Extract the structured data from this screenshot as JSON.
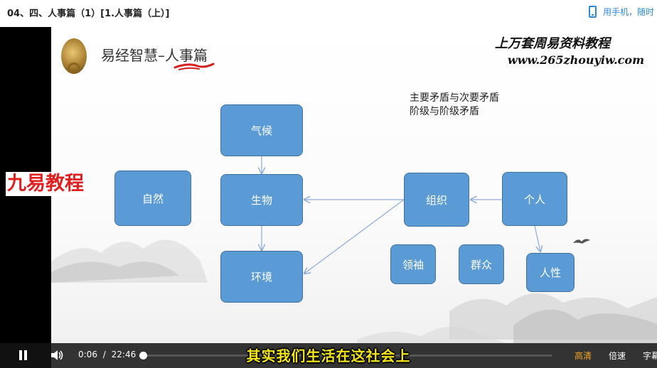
{
  "header": {
    "title": "04、四、人事篇（1）[1.人事篇（上）]",
    "mobile_text": "用手机，随时"
  },
  "slide": {
    "title": "易经智慧–人事篇",
    "watermark_line1": "上万套周易资料教程",
    "watermark_line2": "www.265zhouyiw.com",
    "notes": [
      "主要矛盾与次要矛盾",
      "阶级与阶级矛盾"
    ],
    "boxes": {
      "qihou": "气候",
      "ziran": "自然",
      "shengwu": "生物",
      "huanjing": "环境",
      "zuzhi": "组织",
      "geren": "个人",
      "lingxiu": "领袖",
      "qunzhong": "群众",
      "renxing": "人性"
    },
    "brand": "九易教程"
  },
  "player": {
    "current_time": "0:06",
    "separator": "/",
    "duration": "22:46",
    "progress_fraction": 0.0044,
    "quality": "高清",
    "speed": "倍速",
    "captions": "字幕",
    "subtitle": "其实我们生活在这社会上",
    "colors": {
      "quality": "#f5a623",
      "text": "#ffffff"
    }
  }
}
